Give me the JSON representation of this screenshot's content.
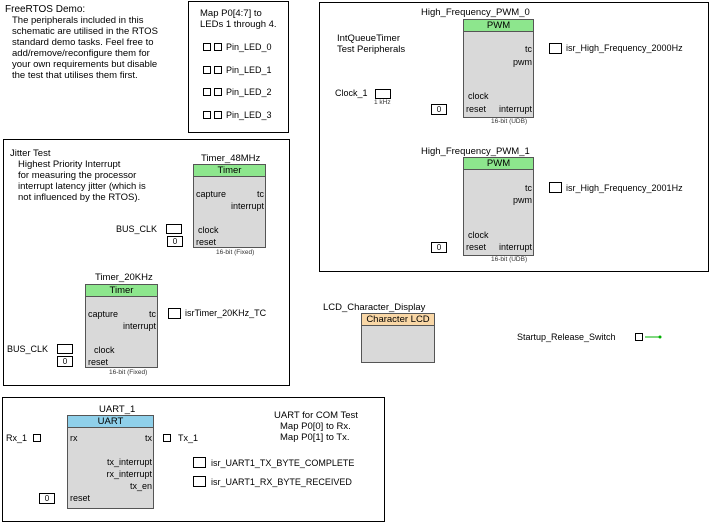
{
  "freertos": {
    "title": "FreeRTOS Demo:",
    "desc": [
      "The peripherals included in this",
      "schematic are utilised in the RTOS",
      "standard demo tasks. Feel free to",
      "add/remove/reconfigure them for",
      "your own requirements but disable",
      "the test that utilises them first."
    ]
  },
  "leds": {
    "heading": [
      "Map P0[4:7] to",
      "LEDs 1 through 4."
    ],
    "items": [
      "Pin_LED_0",
      "Pin_LED_1",
      "Pin_LED_2",
      "Pin_LED_3"
    ]
  },
  "pwm": {
    "label": [
      "IntQueueTimer",
      "Test Peripherals"
    ],
    "clock_name": "Clock_1",
    "clock_freq": "1 kHz",
    "blocks": [
      {
        "name": "High_Frequency_PWM_0",
        "type": "PWM",
        "isr": "isr_High_Frequency_2000Hz",
        "bits": "16-bit (UDB)"
      },
      {
        "name": "High_Frequency_PWM_1",
        "type": "PWM",
        "isr": "isr_High_Frequency_2001Hz",
        "bits": "16-bit (UDB)"
      }
    ],
    "ports": {
      "tc": "tc",
      "pwm": "pwm",
      "clock": "clock",
      "reset": "reset",
      "interrupt": "interrupt",
      "zero": "0"
    }
  },
  "jitter": {
    "title": "Jitter Test",
    "desc": [
      "Highest Priority Interrupt",
      "for measuring the processor",
      "interrupt latency jitter (which is",
      "not influenced by the RTOS)."
    ],
    "timer48": {
      "name": "Timer_48MHz",
      "type": "Timer",
      "bits": "16-bit (Fixed)"
    },
    "timer20": {
      "name": "Timer_20KHz",
      "type": "Timer",
      "bits": "16-bit (Fixed)",
      "isr": "isrTimer_20KHz_TC"
    },
    "ports": {
      "capture": "capture",
      "tc": "tc",
      "interrupt": "interrupt",
      "clock": "clock",
      "reset": "reset",
      "zero": "0"
    },
    "bus_clk": "BUS_CLK"
  },
  "lcd": {
    "name": "LCD_Character_Display",
    "type": "Character LCD"
  },
  "startup": {
    "label": "Startup_Release_Switch"
  },
  "uart": {
    "name": "UART_1",
    "type": "UART",
    "rx_pin": "Rx_1",
    "tx_pin": "Tx_1",
    "note": [
      "UART for COM Test",
      "Map P0[0] to Rx.",
      "Map P0[1] to Tx."
    ],
    "ports": {
      "rx": "rx",
      "tx": "tx",
      "tx_int": "tx_interrupt",
      "rx_int": "rx_interrupt",
      "tx_en": "tx_en",
      "reset": "reset",
      "zero": "0"
    },
    "isr_tx": "isr_UART1_TX_BYTE_COMPLETE",
    "isr_rx": "isr_UART1_RX_BYTE_RECEIVED"
  },
  "colors": {
    "timer_header": "#8de68d",
    "uart_header": "#8fd0ea",
    "lcd_header": "#f9d7a6",
    "body": "#d9d9d9",
    "wire": "#00a000"
  }
}
